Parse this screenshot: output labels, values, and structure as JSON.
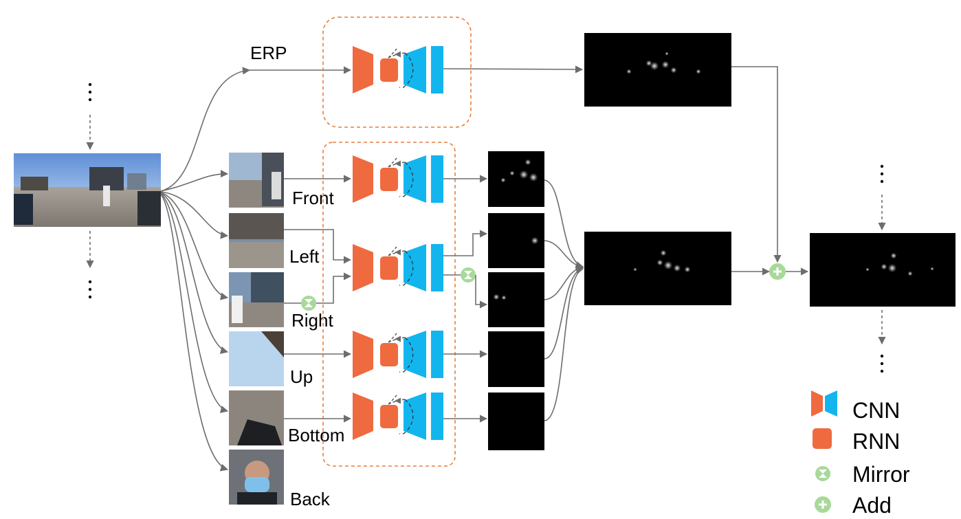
{
  "branch_labels": {
    "erp": "ERP",
    "front": "Front",
    "left": "Left",
    "right": "Right",
    "up": "Up",
    "bottom": "Bottom",
    "back": "Back"
  },
  "legend": [
    {
      "key": "cnn",
      "label": "CNN"
    },
    {
      "key": "rnn",
      "label": "RNN"
    },
    {
      "key": "mirror",
      "label": "Mirror"
    },
    {
      "key": "add",
      "label": "Add"
    }
  ],
  "colors": {
    "cnn_encoder": "#ef6a3f",
    "cnn_decoder": "#12b5ee",
    "rnn": "#ef6a3f",
    "mirror": "#a8d99a",
    "add": "#a8d99a",
    "group_border": "#e67e3e",
    "saliency_background": "#000000",
    "wire": "#6d6d6d"
  },
  "icons": {
    "continuation": "vertical-ellipsis-icon",
    "mirror": "hourglass-mirror-icon",
    "add": "plus-circle-icon"
  }
}
